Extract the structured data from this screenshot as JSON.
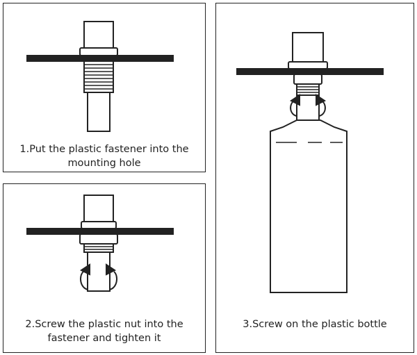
{
  "steps": [
    {
      "caption": "1.Put the plastic fastener into the mounting hole"
    },
    {
      "caption": "2.Screw the plastic nut into the fastener and tighten it"
    },
    {
      "caption": "3.Screw on the plastic bottle"
    }
  ],
  "colors": {
    "line": "#222222",
    "panel_bg": "#ffffff"
  }
}
